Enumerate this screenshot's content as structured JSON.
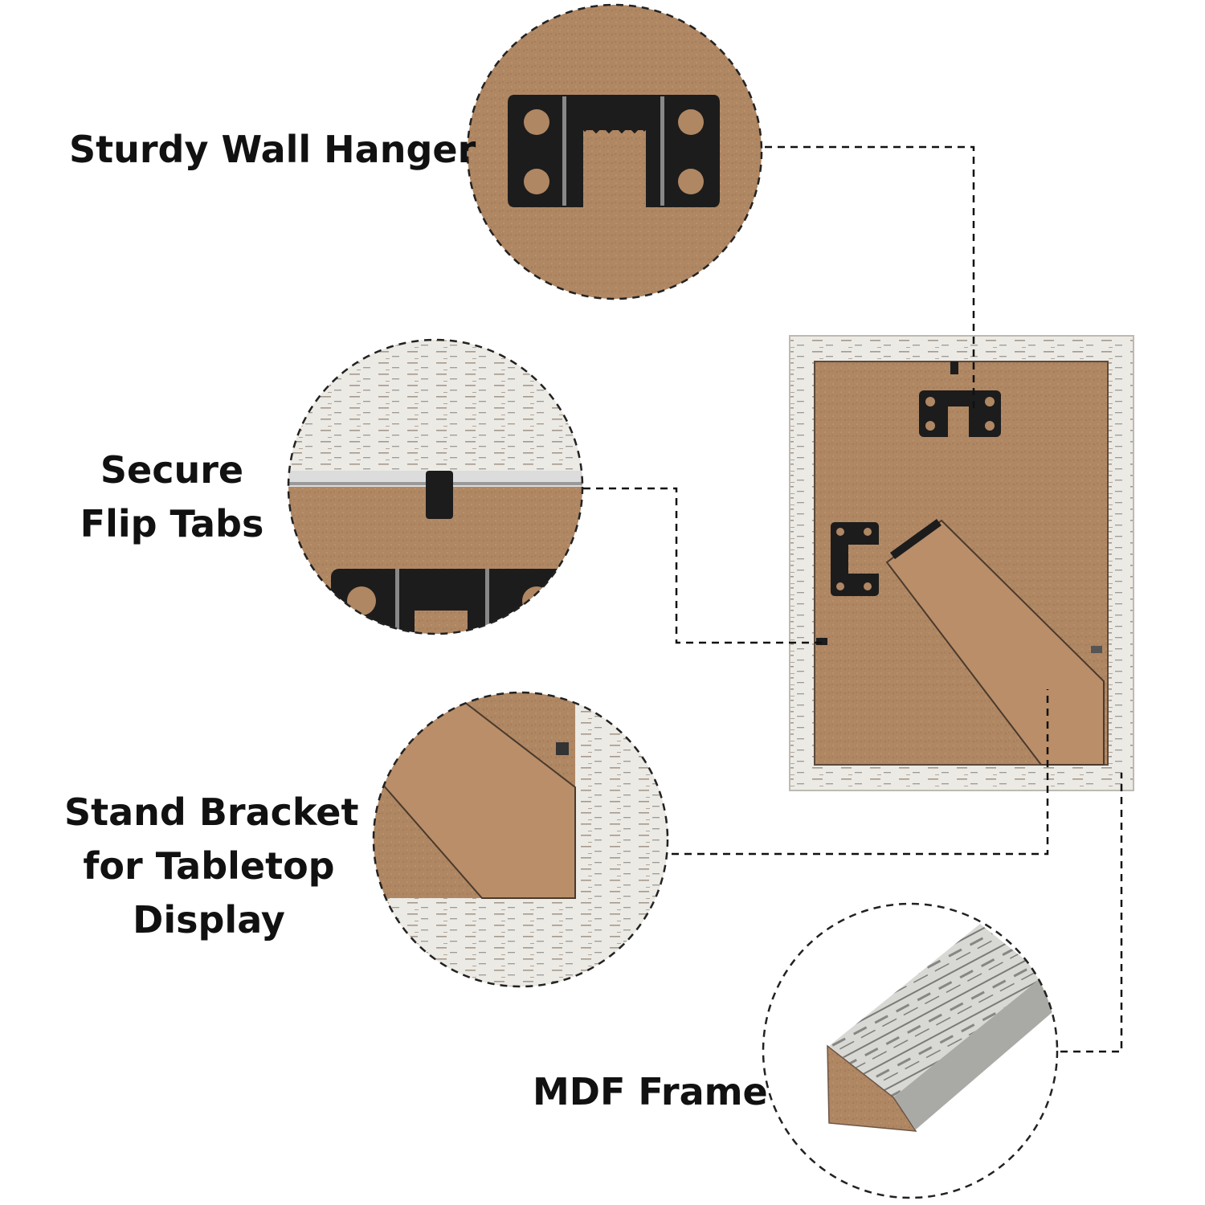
{
  "labels": {
    "wall_hanger": "Sturdy Wall Hanger",
    "flip_tabs_line1": "Secure",
    "flip_tabs_line2": "Flip Tabs",
    "stand_line1": "Stand Bracket",
    "stand_line2": "for Tabletop",
    "stand_line3": "Display",
    "mdf": "MDF Frame"
  },
  "colors": {
    "background": "#ffffff",
    "text": "#111111",
    "kraft_backing": "#b08763",
    "frame_white": "#ecebe6",
    "hardware_black": "#1c1c1c"
  }
}
